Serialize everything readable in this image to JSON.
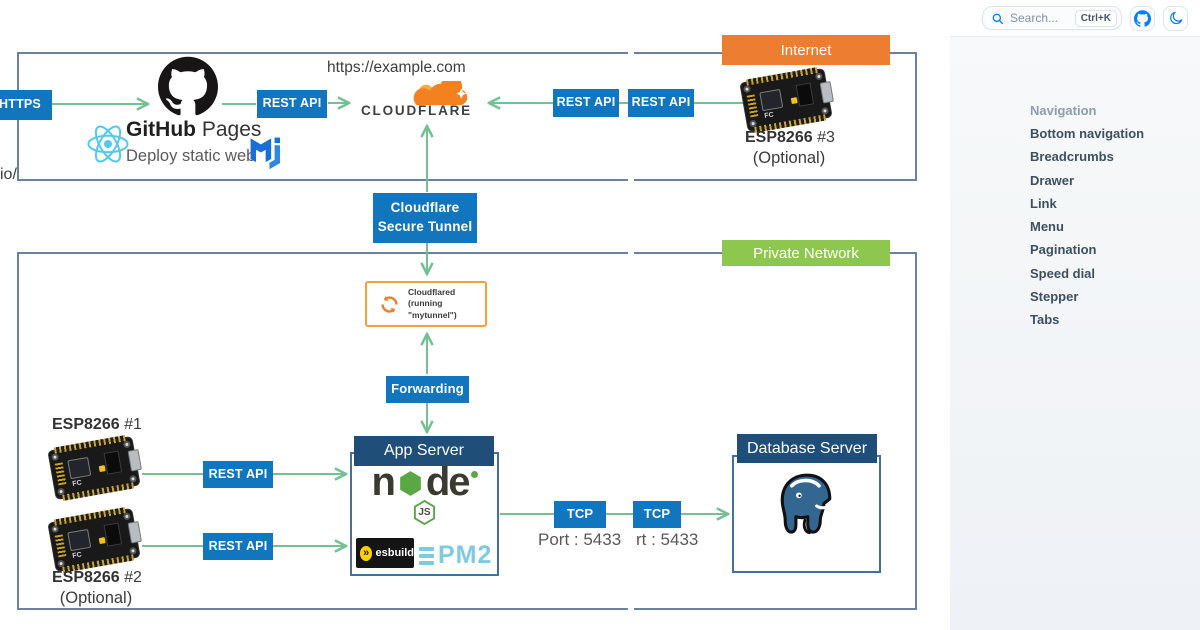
{
  "diagram": {
    "zones": {
      "internet": "Internet",
      "private": "Private Network"
    },
    "edge_labels": {
      "https": "HTTPS",
      "rest_api": "REST API",
      "tcp": "TCP",
      "forwarding": "Forwarding",
      "port_full": "Port : 5433",
      "port_cut": "rt : 5433"
    },
    "url": {
      "example": "https://example.com",
      "github_io_fragment": "io/"
    },
    "github": {
      "brand": "GitHub",
      "suffix": "Pages",
      "caption": "Deploy static web"
    },
    "cloudflare": {
      "wordmark": "CLOUDFLARE"
    },
    "tunnel": {
      "line1": "Cloudflare",
      "line2": "Secure Tunnel"
    },
    "cloudflared": {
      "line1": "Cloudflared",
      "line2": "(running",
      "line3": "\"mytunnel\")"
    },
    "servers": {
      "app": "App Server",
      "db": "Database Server"
    },
    "node": {
      "n": "n",
      "de": "de",
      "js": "JS"
    },
    "esbuild": {
      "chevrons": "»",
      "label": "esbuild"
    },
    "pm2": {
      "label": "PM2"
    },
    "boards": {
      "esp1": {
        "name": "ESP8266",
        "num": "#1"
      },
      "esp2": {
        "name": "ESP8266",
        "num": "#2",
        "note": "(Optional)"
      },
      "esp3": {
        "name": "ESP8266",
        "num": "#3",
        "note": "(Optional)"
      },
      "fc_mark": "FC"
    }
  },
  "sidebar": {
    "search": {
      "placeholder": "Search...",
      "shortcut": "Ctrl+K"
    },
    "section": "Navigation",
    "items": [
      "Bottom navigation",
      "Breadcrumbs",
      "Drawer",
      "Link",
      "Menu",
      "Pagination",
      "Speed dial",
      "Stepper",
      "Tabs"
    ]
  },
  "colors": {
    "accent_blue": "#1176bd",
    "navy": "#1f4e79",
    "arrow_green": "#74c092",
    "orange": "#ed7d31",
    "lime_green": "#8dc74d",
    "cloudflare_orange": "#f48120",
    "postgres_blue": "#336791",
    "mui_docs_blue": "#007fff"
  }
}
